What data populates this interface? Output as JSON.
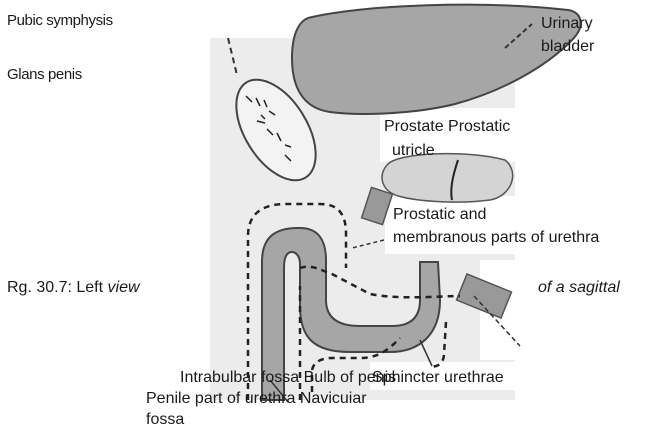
{
  "labels": {
    "pubic_symphysis": "Pubic symphysis",
    "glans_penis": "Glans penis",
    "urinary_bladder_line1": "Urinary",
    "urinary_bladder_line2": "bladder",
    "prostate_line1": "Prostate Prostatic",
    "prostate_line2": "utricle",
    "prostatic_membranous_line1": "Prostatic and",
    "prostatic_membranous_line2": "membranous parts of urethra",
    "sphincter_urethrae": "Sphincter urethrae",
    "intrabulbar_bulb": "Intrabulbar fossa Bulb of penis",
    "penile_navicular_line1": "Penile part of urethra Navicuiar",
    "penile_navicular_line2": "fossa"
  },
  "caption": {
    "left": "Rg. 30.7: Left",
    "left_italic": "view",
    "right_italic": "of a sagittal"
  },
  "colors": {
    "organ_fill": "#a6a6a6",
    "organ_stroke": "#444444",
    "drawing_bg": "#ececec",
    "prostate_fill": "#d4d4d4"
  }
}
